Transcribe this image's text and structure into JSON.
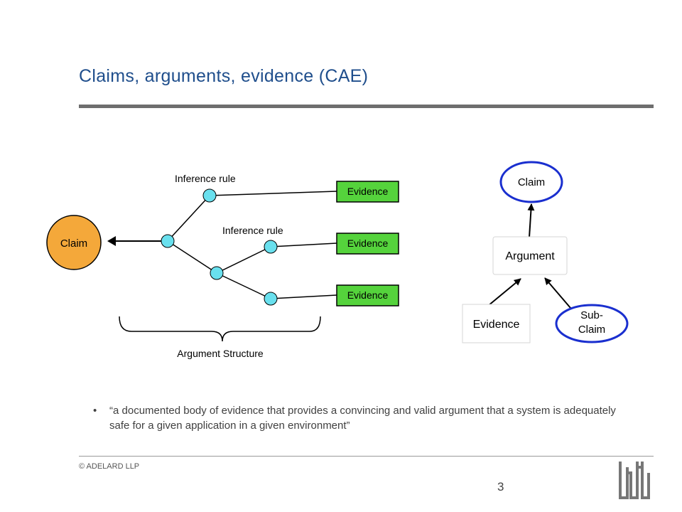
{
  "slide": {
    "title": "Claims, arguments, evidence (CAE)",
    "quote": "“a documented body of evidence that provides a convincing and valid argument that a system is adequately safe for a given application in a given environment”",
    "bullet": "•",
    "copyright": "© ADELARD LLP",
    "page_number": "3"
  },
  "left_diagram": {
    "claim_label": "Claim",
    "inference_rule_top": "Inference rule",
    "inference_rule_mid": "Inference rule",
    "evidence_labels": [
      "Evidence",
      "Evidence",
      "Evidence"
    ],
    "brace_label": "Argument Structure"
  },
  "right_diagram": {
    "claim_label": "Claim",
    "argument_label": "Argument",
    "evidence_label": "Evidence",
    "subclaim_line1": "Sub-",
    "subclaim_line2": "Claim"
  },
  "colors": {
    "title": "#1f4e8c",
    "claim_fill": "#f4a83a",
    "node_fill": "#69e0ee",
    "evidence_fill": "#55d33c",
    "ellipse_stroke": "#1a2fcf",
    "rule": "#6e6e6e"
  }
}
